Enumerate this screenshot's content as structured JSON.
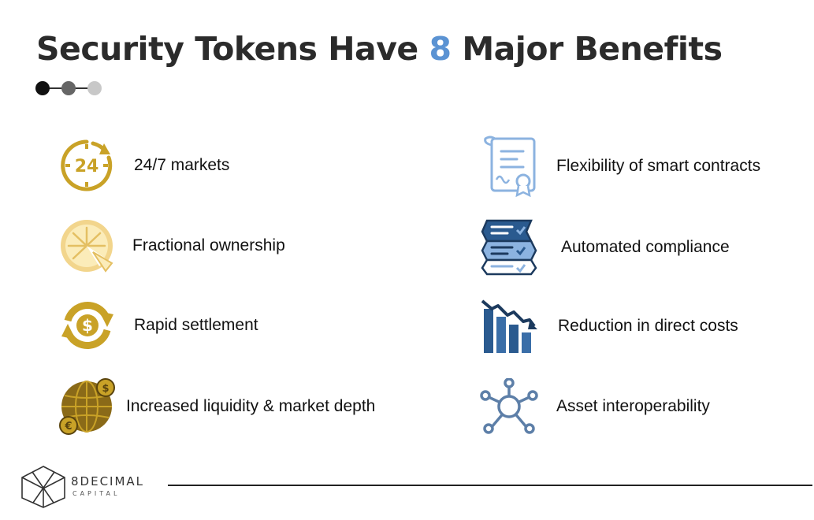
{
  "header": {
    "title_before": "Security Tokens Have",
    "title_accent": "8",
    "title_after": "Major Benefits"
  },
  "colors": {
    "accent": "#5b93d3",
    "gold": "#c9a227",
    "navy": "#1c3a5e",
    "light_blue": "#8cb3e0",
    "title": "#2b2b2b"
  },
  "benefits_left": [
    {
      "label": "24/7 markets",
      "icon": "clock-24-icon"
    },
    {
      "label": "Fractional ownership",
      "icon": "pie-slice-icon"
    },
    {
      "label": "Rapid settlement",
      "icon": "dollar-cycle-icon"
    },
    {
      "label": "Increased liquidity & market depth",
      "icon": "globe-coins-icon"
    }
  ],
  "benefits_right": [
    {
      "label": "Flexibility of smart contracts",
      "icon": "certificate-contract-icon"
    },
    {
      "label": "Automated compliance",
      "icon": "checklist-icon"
    },
    {
      "label": "Reduction in direct costs",
      "icon": "declining-bars-icon"
    },
    {
      "label": "Asset interoperability",
      "icon": "network-hub-icon"
    }
  ],
  "footer": {
    "brand": "8DECIMAL",
    "brand_sub": "CAPITAL",
    "logo_icon": "cube-logo-icon"
  }
}
